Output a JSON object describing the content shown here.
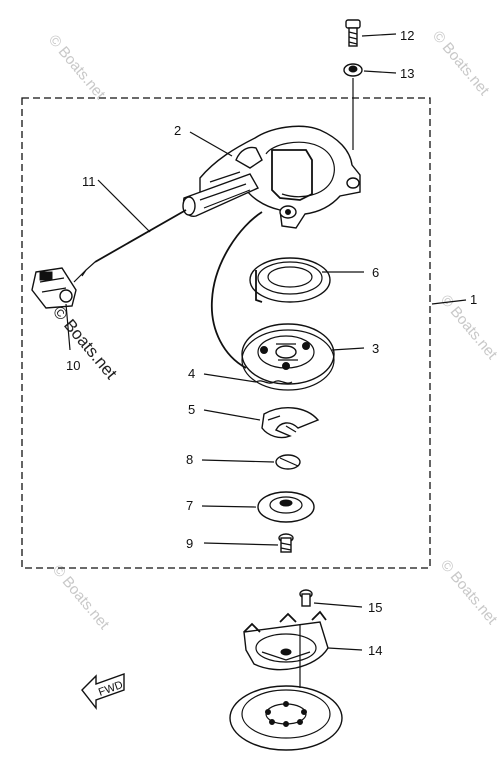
{
  "callouts": {
    "c1": "1",
    "c2": "2",
    "c3": "3",
    "c4": "4",
    "c5": "5",
    "c6": "6",
    "c7": "7",
    "c8": "8",
    "c9": "9",
    "c10": "10",
    "c11": "11",
    "c12": "12",
    "c13": "13",
    "c14": "14",
    "c15": "15"
  },
  "watermark": {
    "text": "© Boats.net"
  },
  "fwd_label": "FWD",
  "colors": {
    "ink": "#111111",
    "watermark": "#c8c8c8",
    "background": "#ffffff"
  }
}
